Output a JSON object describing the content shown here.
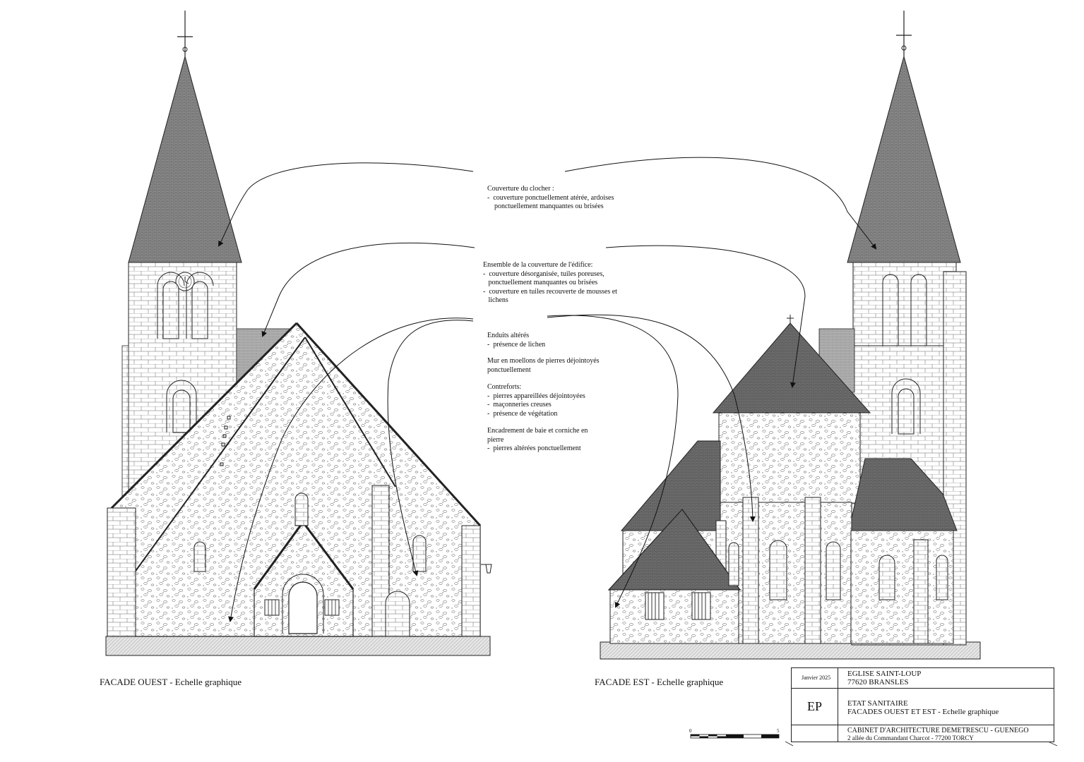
{
  "notes": {
    "clocher": [
      "Couverture du clocher :",
      "-  couverture ponctuellement atérée, ardoises",
      "    ponctuellement manquantes ou brisées"
    ],
    "couverture": [
      "Ensemble de la couverture de l'édifice:",
      "-  couverture désorganisée, tuiles poreuses,",
      "   ponctuellement manquantes ou brisées",
      "-  couverture en tuiles recouverte de mousses et",
      "   lichens"
    ],
    "enduits": [
      "Enduits altérés",
      "-  présence de lichen"
    ],
    "mur": [
      "Mur en moellons de pierres déjointoyés",
      "ponctuellement"
    ],
    "contreforts": [
      "Contreforts:",
      "-  pierres appareillées déjointoyées",
      "-  maçonneries creuses",
      "-  présence de végétation"
    ],
    "encadrement": [
      "Encadrement de baie et corniche en",
      "pierre",
      "-  pierres altérées ponctuellement"
    ]
  },
  "captions": {
    "ouest": "FACADE OUEST - Echelle graphique",
    "est": "FACADE EST - Echelle graphique"
  },
  "cartouche": {
    "date": "Janvier 2025",
    "project_name": "EGLISE SAINT-LOUP",
    "project_address": "77620 BRANSLES",
    "code": "EP",
    "phase": "ETAT SANITAIRE",
    "sheet_title": "FACADES OUEST ET EST - Echelle graphique",
    "firm": "CABINET D'ARCHITECTURE DEMETRESCU - GUENEGO",
    "firm_address": "2 allée du Commandant Charcot - 77200 TORCY"
  },
  "scale": {
    "start": "0",
    "end": "5"
  },
  "colors": {
    "line": "#222222",
    "roof": "#7d7d7d",
    "roof_light": "#a9a9a9",
    "stone": "#ffffff",
    "ground": "#e6e6e6"
  }
}
